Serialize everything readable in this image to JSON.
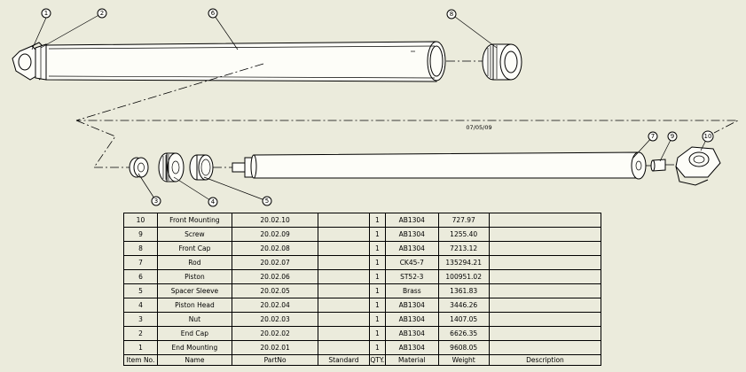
{
  "balloons": [
    {
      "id": "b1",
      "label": "1"
    },
    {
      "id": "b2",
      "label": "2"
    },
    {
      "id": "b3",
      "label": "3"
    },
    {
      "id": "b4",
      "label": "4"
    },
    {
      "id": "b5",
      "label": "5"
    },
    {
      "id": "b6",
      "label": "6"
    },
    {
      "id": "b7",
      "label": "7"
    },
    {
      "id": "b8",
      "label": "8"
    },
    {
      "id": "b9",
      "label": "9"
    },
    {
      "id": "b10",
      "label": "10"
    }
  ],
  "explode_line_label": "07/05/09",
  "bom": {
    "headers": [
      "Item No.",
      "Name",
      "PartNo",
      "Standard",
      "QTY.",
      "Material",
      "Weight",
      "Description"
    ],
    "rows": [
      [
        "10",
        "Front Mounting",
        "20.02.10",
        "",
        "1",
        "AB1304",
        "727.97",
        ""
      ],
      [
        "9",
        "Screw",
        "20.02.09",
        "",
        "1",
        "AB1304",
        "1255.40",
        ""
      ],
      [
        "8",
        "Front Cap",
        "20.02.08",
        "",
        "1",
        "AB1304",
        "7213.12",
        ""
      ],
      [
        "7",
        "Rod",
        "20.02.07",
        "",
        "1",
        "CK45-7",
        "135294.21",
        ""
      ],
      [
        "6",
        "Piston",
        "20.02.06",
        "",
        "1",
        "ST52-3",
        "100951.02",
        ""
      ],
      [
        "5",
        "Spacer Sleeve",
        "20.02.05",
        "",
        "1",
        "Brass",
        "1361.83",
        ""
      ],
      [
        "4",
        "Piston Head",
        "20.02.04",
        "",
        "1",
        "AB1304",
        "3446.26",
        ""
      ],
      [
        "3",
        "Nut",
        "20.02.03",
        "",
        "1",
        "AB1304",
        "1407.05",
        ""
      ],
      [
        "2",
        "End Cap",
        "20.02.02",
        "",
        "1",
        "AB1304",
        "6626.35",
        ""
      ],
      [
        "1",
        "End Mounting",
        "20.02.01",
        "",
        "1",
        "AB1304",
        "9608.05",
        ""
      ]
    ]
  }
}
